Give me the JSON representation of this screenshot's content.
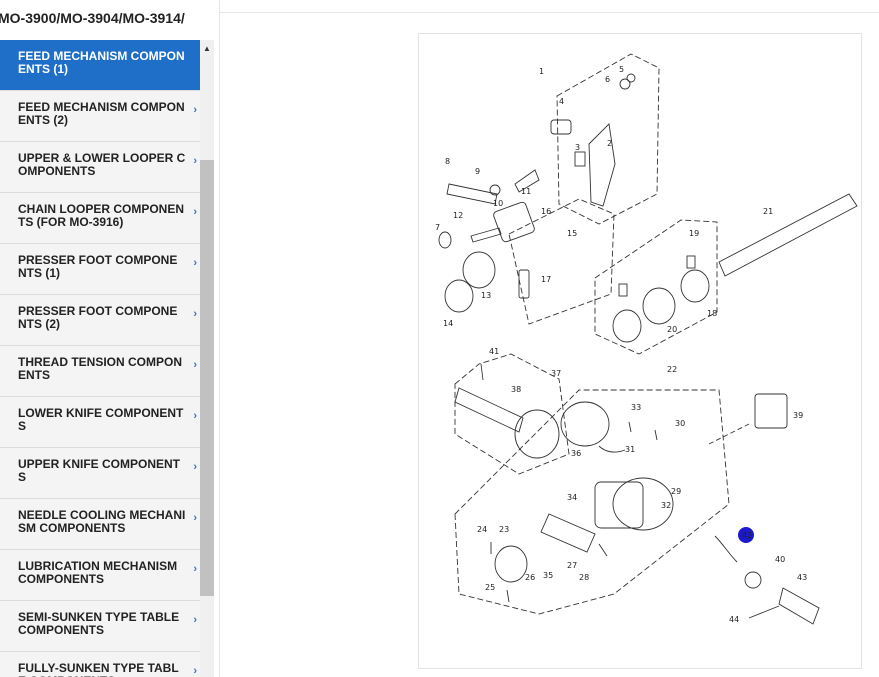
{
  "header": {
    "title": "MO-3900/MO-3904/MO-3914/"
  },
  "sidebar": {
    "items": [
      {
        "label": "FEED MECHANISM COMPONENTS (1)",
        "active": true
      },
      {
        "label": "FEED MECHANISM COMPONENTS (2)",
        "active": false
      },
      {
        "label": "UPPER & LOWER LOOPER COMPONENTS",
        "active": false
      },
      {
        "label": "CHAIN LOOPER COMPONENTS (FOR MO-3916)",
        "active": false
      },
      {
        "label": "PRESSER FOOT COMPONENTS (1)",
        "active": false
      },
      {
        "label": "PRESSER FOOT COMPONENTS (2)",
        "active": false
      },
      {
        "label": "THREAD TENSION COMPONENTS",
        "active": false
      },
      {
        "label": "LOWER KNIFE COMPONENTS",
        "active": false
      },
      {
        "label": "UPPER KNIFE COMPONENTS",
        "active": false
      },
      {
        "label": "NEEDLE COOLING MECHANISM COMPONENTS",
        "active": false
      },
      {
        "label": "LUBRICATION MECHANISM COMPONENTS",
        "active": false
      },
      {
        "label": "SEMI-SUNKEN TYPE TABLE COMPONENTS",
        "active": false
      },
      {
        "label": "FULLY-SUNKEN TYPE TABLE COMPONENTS",
        "active": false
      }
    ]
  },
  "diagram": {
    "highlight_color": "#1a1acc",
    "highlighted_part": "42",
    "part_numbers": [
      "1",
      "2",
      "3",
      "4",
      "5",
      "6",
      "7",
      "8",
      "9",
      "10",
      "11",
      "12",
      "13",
      "14",
      "15",
      "16",
      "17",
      "18",
      "19",
      "20",
      "21",
      "22",
      "23",
      "24",
      "25",
      "26",
      "27",
      "28",
      "29",
      "30",
      "31",
      "32",
      "33",
      "34",
      "35",
      "36",
      "37",
      "38",
      "39",
      "40",
      "41",
      "42",
      "43",
      "44"
    ]
  }
}
